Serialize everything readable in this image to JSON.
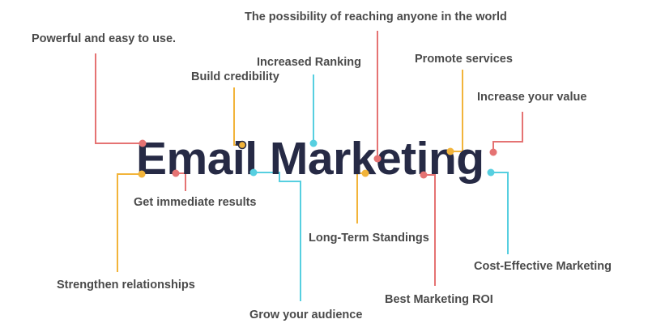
{
  "title": "Email Marketing",
  "colors": {
    "title": "#262a45",
    "label": "#4a4a4a",
    "red": "#e57373",
    "yellow": "#f2b43a",
    "cyan": "#56cfe0"
  },
  "benefits": {
    "powerful": "Powerful and easy to use.",
    "credibility": "Build credibility",
    "ranking": "Increased Ranking",
    "reach": "The possibility of reaching anyone in the world",
    "promote": "Promote services",
    "value": "Increase your value",
    "immediate": "Get immediate results",
    "strengthen": "Strengthen relationships",
    "grow": "Grow your audience",
    "longterm": "Long-Term Standings",
    "roi": "Best Marketing ROI",
    "costeffective": "Cost-Effective Marketing"
  }
}
